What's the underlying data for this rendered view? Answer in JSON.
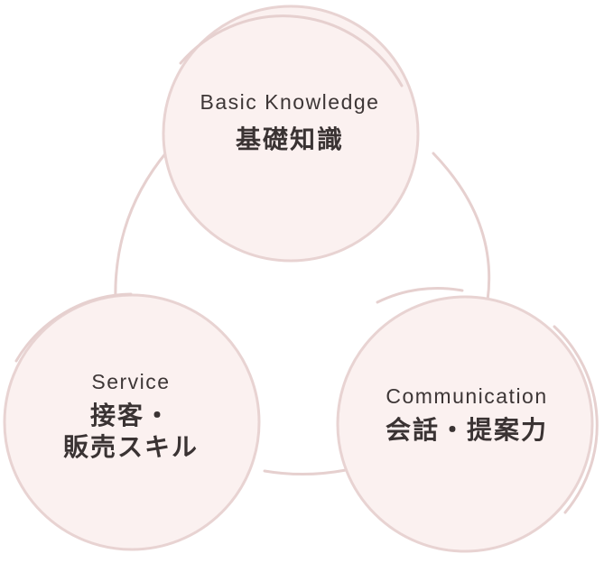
{
  "diagram": {
    "colors": {
      "circle_fill": "#fbf1f0",
      "circle_stroke": "#e8d3d2",
      "arc_stroke": "#e6d0cf",
      "text": "#3a3434"
    },
    "nodes": [
      {
        "id": "basic",
        "en": "Basic Knowledge",
        "jp": "基礎知識"
      },
      {
        "id": "service",
        "en": "Service",
        "jp_line1": "接客・",
        "jp_line2": "販売スキル"
      },
      {
        "id": "comm",
        "en": "Communication",
        "jp": "会話・提案力"
      }
    ]
  }
}
